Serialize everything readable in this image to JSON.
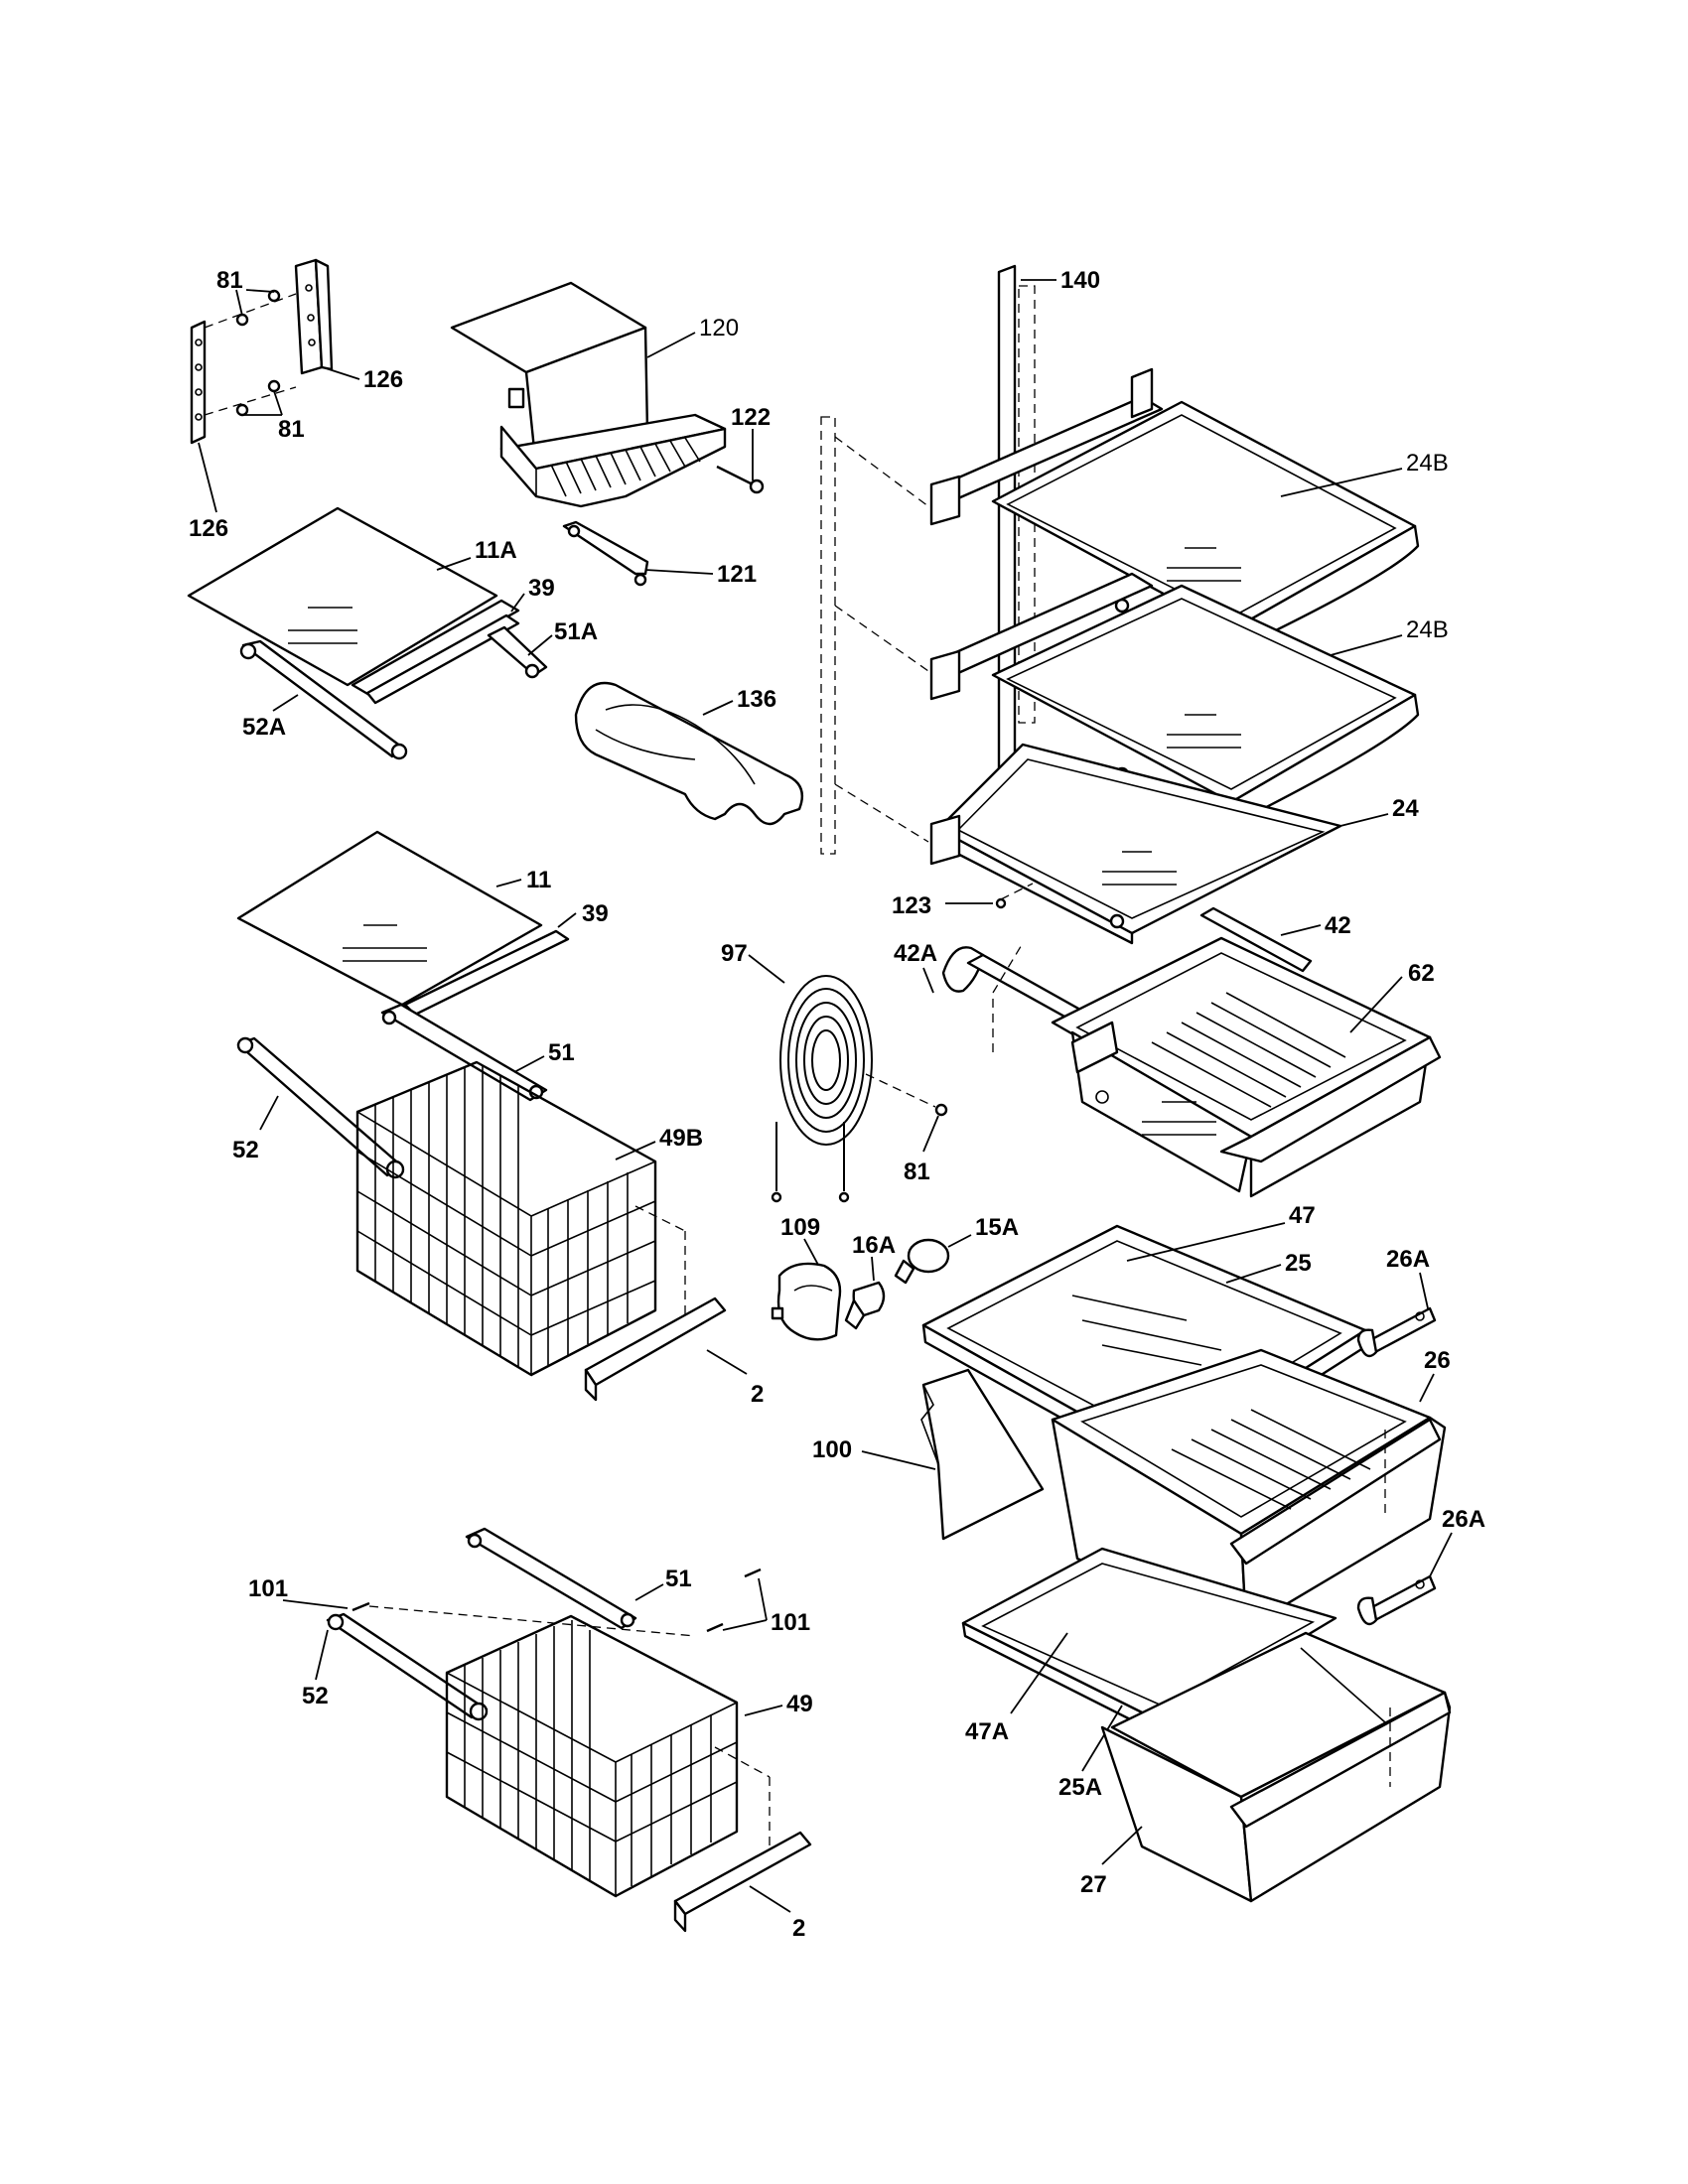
{
  "labels": {
    "l81a": "81",
    "l81b": "81",
    "l81c": "81",
    "l126a": "126",
    "l126b": "126",
    "l120": "120",
    "l122": "122",
    "l121": "121",
    "l11A": "11A",
    "l39a": "39",
    "l51A": "51A",
    "l52A": "52A",
    "l136": "136",
    "l11": "11",
    "l39b": "39",
    "l51a": "51",
    "l52a": "52",
    "l49B": "49B",
    "l2a": "2",
    "l97": "97",
    "l42A": "42A",
    "l42": "42",
    "l62": "62",
    "l140": "140",
    "l24Ba": "24B",
    "l24Bb": "24B",
    "l24": "24",
    "l123": "123",
    "l109": "109",
    "l16A": "16A",
    "l15A": "15A",
    "l47": "47",
    "l25": "25",
    "l26A1": "26A",
    "l26": "26",
    "l26A2": "26A",
    "l100": "100",
    "l47A": "47A",
    "l25A": "25A",
    "l27": "27",
    "l101a": "101",
    "l101b": "101",
    "l51b": "51",
    "l52b": "52",
    "l49": "49",
    "l2b": "2"
  }
}
